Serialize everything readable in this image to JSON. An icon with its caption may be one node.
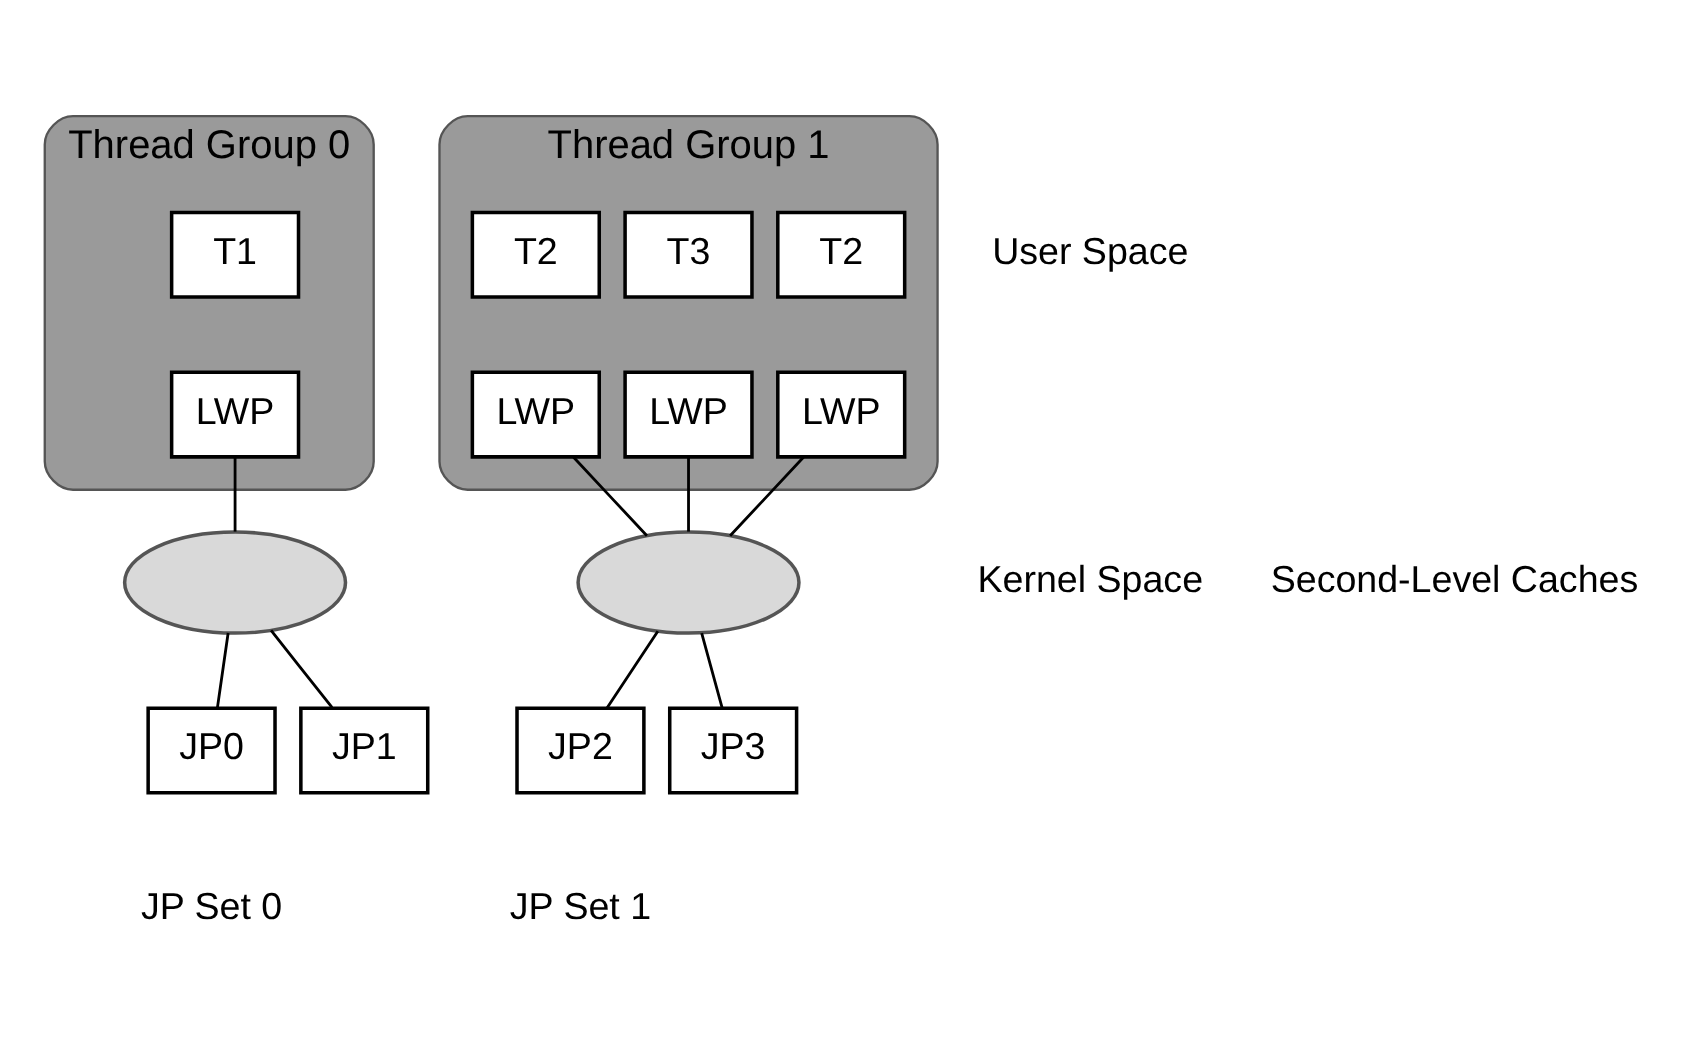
{
  "diagram": {
    "nodes": [
      {
        "text": [
          "Thread Group 0"
        ]
      },
      {
        "text": [
          "T1"
        ],
        "in": 0
      },
      {
        "text": [
          "LWP"
        ],
        "in": 0
      },
      {
        "text": [
          "Thread Group 1"
        ]
      },
      {
        "text": [
          "T2"
        ],
        "in": 3
      },
      {
        "text": [
          "T3"
        ],
        "in": 3
      },
      {
        "text": [
          "T2"
        ],
        "in": 3
      },
      {
        "text": [
          "LWP"
        ],
        "in": 3
      },
      {
        "text": [
          "LWP"
        ],
        "in": 3
      },
      {
        "text": [
          "LWP"
        ],
        "in": 3
      },
      {
        "text": [],
        "shape": "ellipse"
      },
      {
        "text": [],
        "shape": "ellipse"
      },
      {
        "text": [
          "JP0"
        ]
      },
      {
        "text": [
          "JP1"
        ]
      },
      {
        "text": [
          "JP2"
        ]
      },
      {
        "text": [
          "JP3"
        ]
      }
    ],
    "edges": [
      {
        "from": 2,
        "to": 10,
        "arrow": "none"
      },
      {
        "from": 7,
        "to": 11,
        "arrow": "none"
      },
      {
        "from": 8,
        "to": 11,
        "arrow": "none"
      },
      {
        "from": 9,
        "to": 11,
        "arrow": "none"
      },
      {
        "from": 10,
        "to": 12,
        "arrow": "none"
      },
      {
        "from": 10,
        "to": 13,
        "arrow": "none"
      },
      {
        "from": 11,
        "to": 14,
        "arrow": "none"
      },
      {
        "from": 11,
        "to": 15,
        "arrow": "none"
      }
    ],
    "labels": [
      "User Space",
      "Kernel Space",
      "Second-Level Caches",
      "JP Set 0",
      "JP Set 1"
    ]
  }
}
